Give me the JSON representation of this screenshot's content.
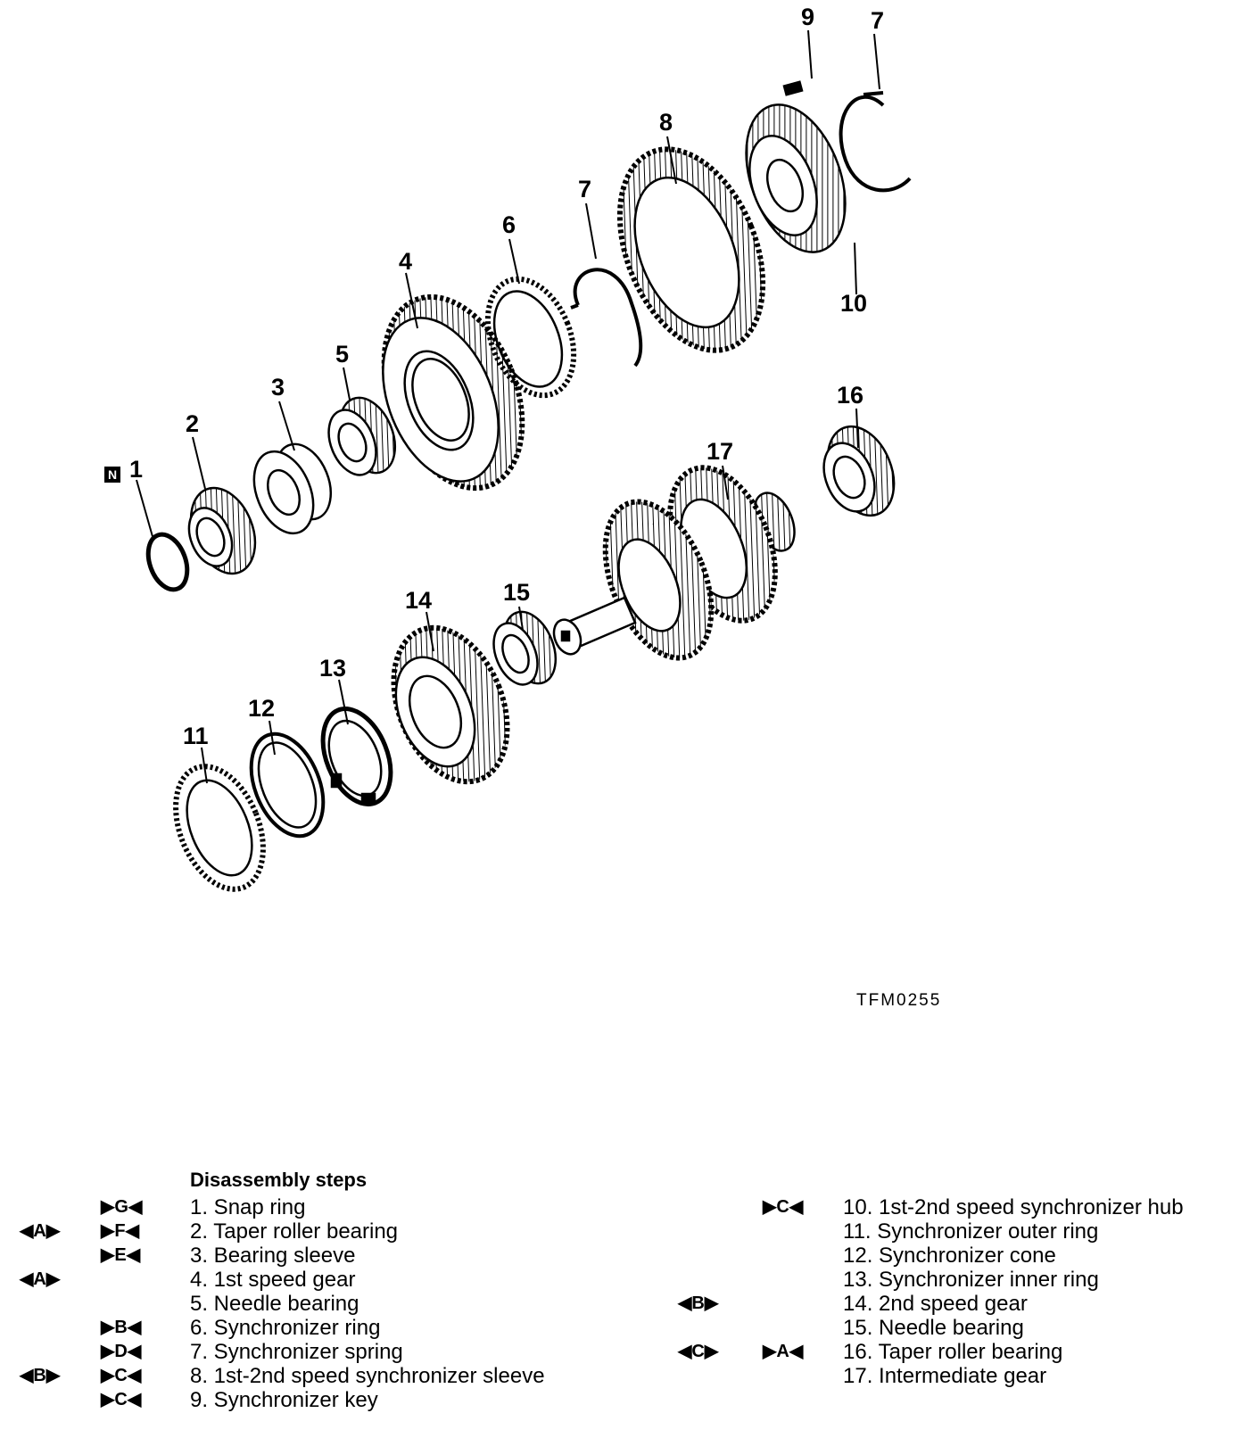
{
  "figure_id": "TFM0255",
  "new_part_badge": "N",
  "callouts": [
    "1",
    "2",
    "3",
    "4",
    "5",
    "6",
    "7",
    "7",
    "8",
    "9",
    "10",
    "11",
    "12",
    "13",
    "14",
    "15",
    "16",
    "17"
  ],
  "legend": {
    "title": "Disassembly steps",
    "left": [
      {
        "sym1": "",
        "sym2": "▶G◀",
        "text": "1. Snap ring"
      },
      {
        "sym1": "◀A▶",
        "sym2": "▶F◀",
        "text": "2. Taper roller bearing"
      },
      {
        "sym1": "",
        "sym2": "▶E◀",
        "text": "3. Bearing sleeve"
      },
      {
        "sym1": "◀A▶",
        "sym2": "",
        "text": "4. 1st speed gear"
      },
      {
        "sym1": "",
        "sym2": "",
        "text": "5. Needle bearing"
      },
      {
        "sym1": "",
        "sym2": "▶B◀",
        "text": "6. Synchronizer ring"
      },
      {
        "sym1": "",
        "sym2": "▶D◀",
        "text": "7. Synchronizer spring"
      },
      {
        "sym1": "◀B▶",
        "sym2": "▶C◀",
        "text": "8. 1st-2nd speed synchronizer sleeve"
      },
      {
        "sym1": "",
        "sym2": "▶C◀",
        "text": "9. Synchronizer key"
      }
    ],
    "right": [
      {
        "sym1": "",
        "sym2": "▶C◀",
        "text": "10. 1st-2nd speed synchronizer hub"
      },
      {
        "sym1": "",
        "sym2": "",
        "text": "11. Synchronizer outer ring"
      },
      {
        "sym1": "",
        "sym2": "",
        "text": "12. Synchronizer cone"
      },
      {
        "sym1": "",
        "sym2": "",
        "text": "13. Synchronizer inner ring"
      },
      {
        "sym1": "◀B▶",
        "sym2": "",
        "text": "14. 2nd speed gear"
      },
      {
        "sym1": "",
        "sym2": "",
        "text": "15. Needle bearing"
      },
      {
        "sym1": "◀C▶",
        "sym2": "▶A◀",
        "text": "16. Taper roller bearing"
      },
      {
        "sym1": "",
        "sym2": "",
        "text": "17. Intermediate gear"
      }
    ]
  }
}
